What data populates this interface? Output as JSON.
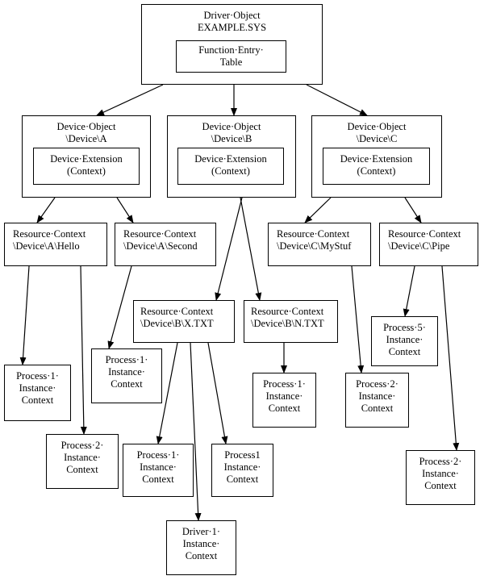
{
  "driver": {
    "title": "Driver·Object",
    "name": "EXAMPLE.SYS",
    "fet": {
      "line1": "Function·Entry·",
      "line2": "Table"
    }
  },
  "devA": {
    "title": "Device·Object",
    "path": "\\Device\\A",
    "ext": {
      "line1": "Device·Extension",
      "line2": "(Context)"
    }
  },
  "devB": {
    "title": "Device·Object",
    "path": "\\Device\\B",
    "ext": {
      "line1": "Device·Extension",
      "line2": "(Context)"
    }
  },
  "devC": {
    "title": "Device·Object",
    "path": "\\Device\\C",
    "ext": {
      "line1": "Device·Extension",
      "line2": "(Context)"
    }
  },
  "rcA_hello": {
    "line1": "Resource·Context",
    "line2": "\\Device\\A\\Hello"
  },
  "rcA_second": {
    "line1": "Resource·Context",
    "line2": "\\Device\\A\\Second"
  },
  "rcC_mystuf": {
    "line1": "Resource·Context",
    "line2": "\\Device\\C\\MyStuf"
  },
  "rcC_pipe": {
    "line1": "Resource·Context",
    "line2": "\\Device\\C\\Pipe"
  },
  "rcB_xtxt": {
    "line1": "Resource·Context",
    "line2": "\\Device\\B\\X.TXT"
  },
  "rcB_ntxt": {
    "line1": "Resource·Context",
    "line2": "\\Device\\B\\N.TXT"
  },
  "p_hello_1": {
    "line1": "Process·1·",
    "line2": "Instance·",
    "line3": "Context"
  },
  "p_hello_2": {
    "line1": "Process·2·",
    "line2": "Instance·",
    "line3": "Context"
  },
  "p_second_1": {
    "line1": "Process·1·",
    "line2": "Instance·",
    "line3": "Context"
  },
  "p_x_1": {
    "line1": "Process·1·",
    "line2": "Instance·",
    "line3": "Context"
  },
  "p_x_1b": {
    "line1": "Process1",
    "line2": "Instance·",
    "line3": "Context"
  },
  "d_x_1": {
    "line1": "Driver·1·",
    "line2": "Instance·",
    "line3": "Context"
  },
  "p_n_1": {
    "line1": "Process·1·",
    "line2": "Instance·",
    "line3": "Context"
  },
  "p_mystuf_2": {
    "line1": "Process·2·",
    "line2": "Instance·",
    "line3": "Context"
  },
  "p_pipe_5": {
    "line1": "Process·5·",
    "line2": "Instance·",
    "line3": "Context"
  },
  "p_pipe_2": {
    "line1": "Process·2·",
    "line2": "Instance·",
    "line3": "Context"
  }
}
